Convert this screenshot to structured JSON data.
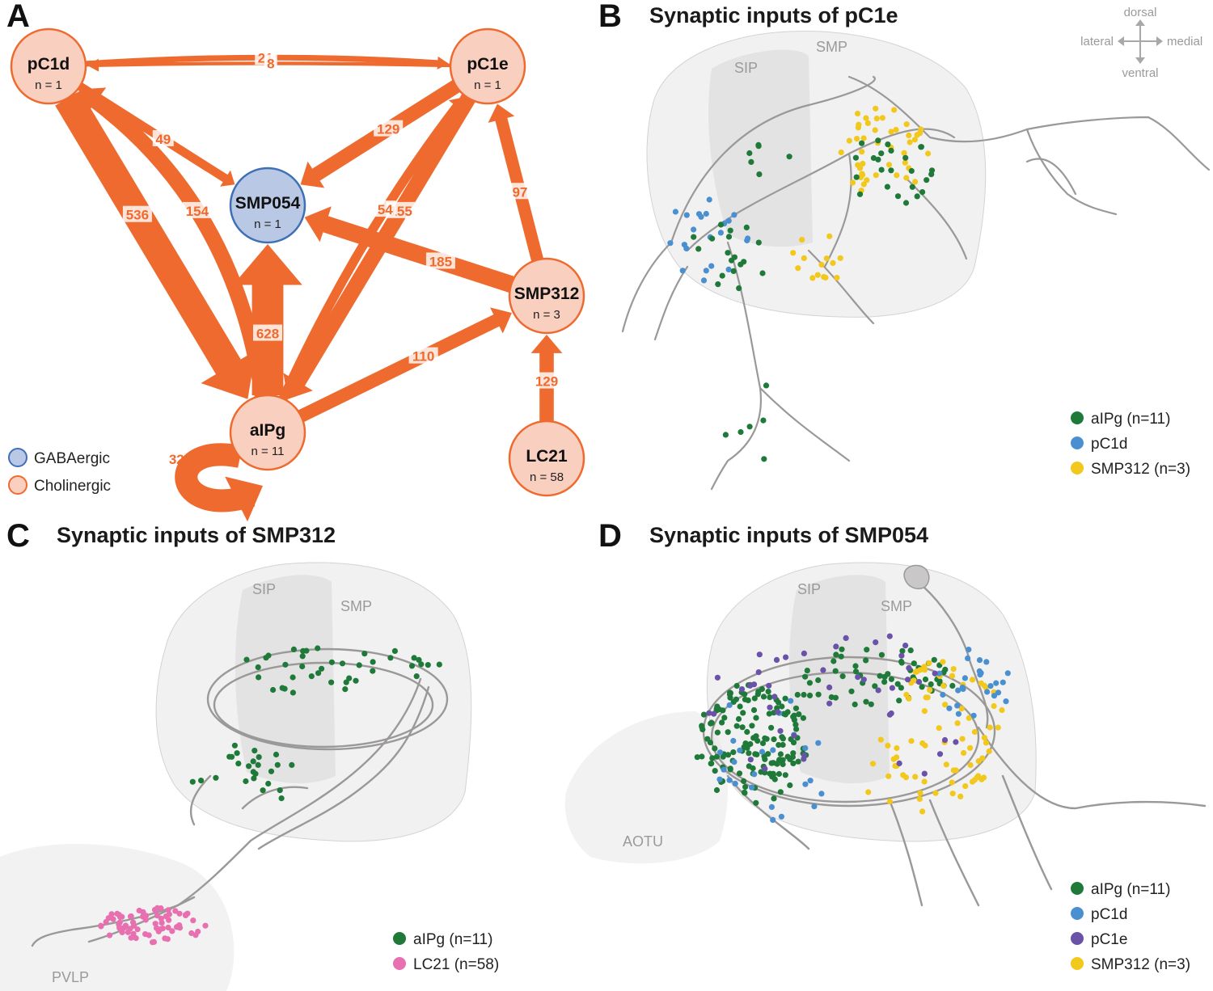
{
  "colors": {
    "edge": "#ef6a2e",
    "cholinergic_fill": "#f9cfbf",
    "cholinergic_stroke": "#ef6a2e",
    "gaba_fill": "#b9c8e4",
    "gaba_stroke": "#3f6fb5",
    "alpg": "#1f7a3a",
    "pc1d": "#4a90d0",
    "pc1e": "#6a52a8",
    "smp312": "#f2c81c",
    "lc21": "#e86fb0",
    "neuron": "#9b9898",
    "neuropil": "#e6e6e6"
  },
  "panels": {
    "A": {
      "letter": "A"
    },
    "B": {
      "letter": "B",
      "title": "Synaptic inputs of pC1e"
    },
    "C": {
      "letter": "C",
      "title": "Synaptic inputs of SMP312"
    },
    "D": {
      "letter": "D",
      "title": "Synaptic inputs of SMP054"
    }
  },
  "network": {
    "nodes": [
      {
        "id": "pC1d",
        "label": "pC1d",
        "n": "n = 1",
        "type": "cholinergic"
      },
      {
        "id": "pC1e",
        "label": "pC1e",
        "n": "n = 1",
        "type": "cholinergic"
      },
      {
        "id": "SMP054",
        "label": "SMP054",
        "n": "n = 1",
        "type": "gaba"
      },
      {
        "id": "SMP312",
        "label": "SMP312",
        "n": "n = 3",
        "type": "cholinergic"
      },
      {
        "id": "aIPg",
        "label": "aIPg",
        "n": "n = 11",
        "type": "cholinergic"
      },
      {
        "id": "LC21",
        "label": "LC21",
        "n": "n = 58",
        "type": "cholinergic"
      }
    ],
    "edges": [
      {
        "from": "pC1d",
        "to": "pC1e",
        "weight": 21
      },
      {
        "from": "pC1e",
        "to": "pC1d",
        "weight": 8
      },
      {
        "from": "pC1d",
        "to": "SMP054",
        "weight": 49
      },
      {
        "from": "pC1e",
        "to": "SMP054",
        "weight": 129
      },
      {
        "from": "pC1d",
        "to": "aIPg",
        "weight": 536
      },
      {
        "from": "aIPg",
        "to": "pC1d",
        "weight": 154
      },
      {
        "from": "pC1e",
        "to": "aIPg",
        "weight": 155
      },
      {
        "from": "aIPg",
        "to": "pC1e",
        "weight": 54
      },
      {
        "from": "SMP312",
        "to": "pC1e",
        "weight": 97
      },
      {
        "from": "SMP312",
        "to": "SMP054",
        "weight": 185
      },
      {
        "from": "aIPg",
        "to": "SMP054",
        "weight": 628
      },
      {
        "from": "aIPg",
        "to": "SMP312",
        "weight": 110
      },
      {
        "from": "LC21",
        "to": "SMP312",
        "weight": 129
      },
      {
        "from": "aIPg",
        "to": "aIPg",
        "weight": 329
      }
    ],
    "legend": [
      {
        "label": "GABAergic",
        "type": "gaba"
      },
      {
        "label": "Cholinergic",
        "type": "cholinergic"
      }
    ]
  },
  "orientation": {
    "dorsal": "dorsal",
    "ventral": "ventral",
    "lateral": "lateral",
    "medial": "medial"
  },
  "regions": {
    "sip": "SIP",
    "smp": "SMP",
    "pvlp": "PVLP",
    "aotu": "AOTU"
  },
  "legends": {
    "B": [
      {
        "label": "aIPg (n=11)",
        "color": "alpg"
      },
      {
        "label": "pC1d",
        "color": "pc1d"
      },
      {
        "label": "SMP312 (n=3)",
        "color": "smp312"
      }
    ],
    "C": [
      {
        "label": "aIPg (n=11)",
        "color": "alpg"
      },
      {
        "label": "LC21 (n=58)",
        "color": "lc21"
      }
    ],
    "D": [
      {
        "label": "aIPg (n=11)",
        "color": "alpg"
      },
      {
        "label": "pC1d",
        "color": "pc1d"
      },
      {
        "label": "pC1e",
        "color": "pc1e"
      },
      {
        "label": "SMP312 (n=3)",
        "color": "smp312"
      }
    ]
  }
}
